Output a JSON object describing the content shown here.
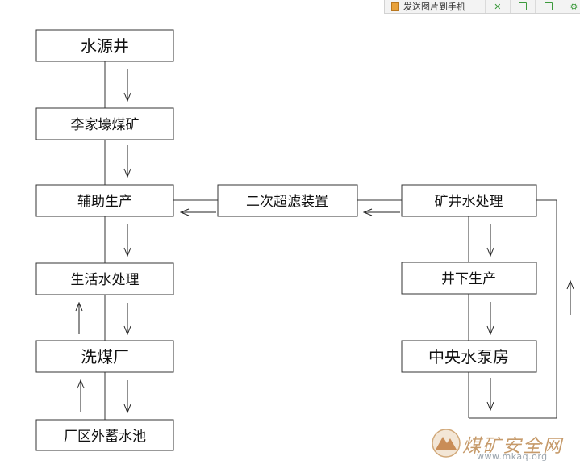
{
  "toolbar": {
    "send_label": "发送图片到手机"
  },
  "diagram": {
    "nodes": {
      "well": "水源井",
      "mine": "李家壕煤矿",
      "aux": "辅助生产",
      "domestic": "生活水处理",
      "wash": "洗煤厂",
      "pool": "厂区外蓄水池",
      "ultra": "二次超滤装置",
      "mine_water": "矿井水处理",
      "underground": "井下生产",
      "pump": "中央水泵房"
    }
  },
  "watermark": {
    "cn": "煤矿安全网",
    "url": "www.mkaq.org"
  }
}
